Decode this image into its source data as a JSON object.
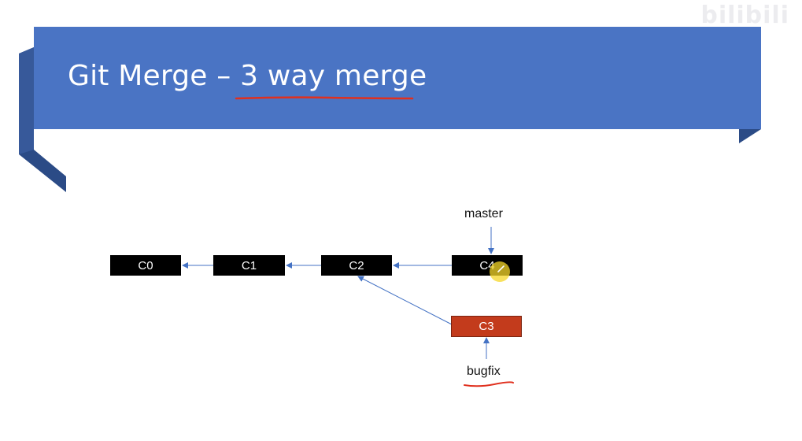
{
  "slide": {
    "title": "Git Merge – 3 way merge",
    "watermark": "bilibili"
  },
  "diagram": {
    "commits": [
      {
        "id": "C0",
        "color": "#000000"
      },
      {
        "id": "C1",
        "color": "#000000"
      },
      {
        "id": "C2",
        "color": "#000000"
      },
      {
        "id": "C4",
        "color": "#000000"
      },
      {
        "id": "C3",
        "color": "#c33b1c"
      }
    ],
    "branches": [
      {
        "name": "master",
        "points_to": "C4"
      },
      {
        "name": "bugfix",
        "points_to": "C3"
      }
    ],
    "edges": [
      {
        "from": "C1",
        "to": "C0"
      },
      {
        "from": "C2",
        "to": "C1"
      },
      {
        "from": "C4",
        "to": "C2"
      },
      {
        "from": "C3",
        "to": "C2"
      }
    ],
    "arrow_color": "#4472c4",
    "annotation_color": "#e0301e",
    "banner_color": "#4a74c4"
  }
}
